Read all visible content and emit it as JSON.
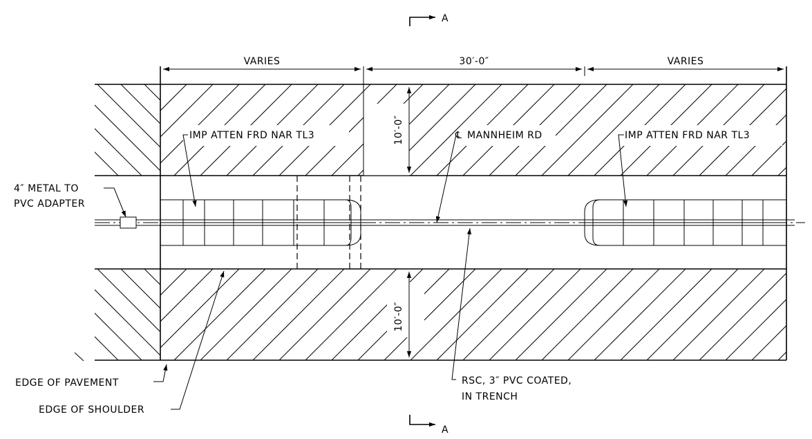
{
  "section_marker": {
    "label": "A"
  },
  "dimensions": {
    "left_span": "VARIES",
    "middle_span": "30′-0″",
    "right_span": "VARIES",
    "upper_offset": "10′-0″",
    "lower_offset": "10′-0″"
  },
  "callouts": {
    "attenuator_left": "IMP ATTEN FRD NAR TL3",
    "attenuator_right": "IMP ATTEN FRD NAR TL3",
    "centerline_symbol": "℄",
    "centerline": "MANNHEIM RD",
    "adapter_line1": "4″ METAL TO",
    "adapter_line2": "PVC ADAPTER",
    "edge_pavement": "EDGE OF PAVEMENT",
    "edge_shoulder": "EDGE OF SHOULDER",
    "conduit_line1": "RSC, 3″ PVC COATED,",
    "conduit_line2": "IN TRENCH"
  }
}
